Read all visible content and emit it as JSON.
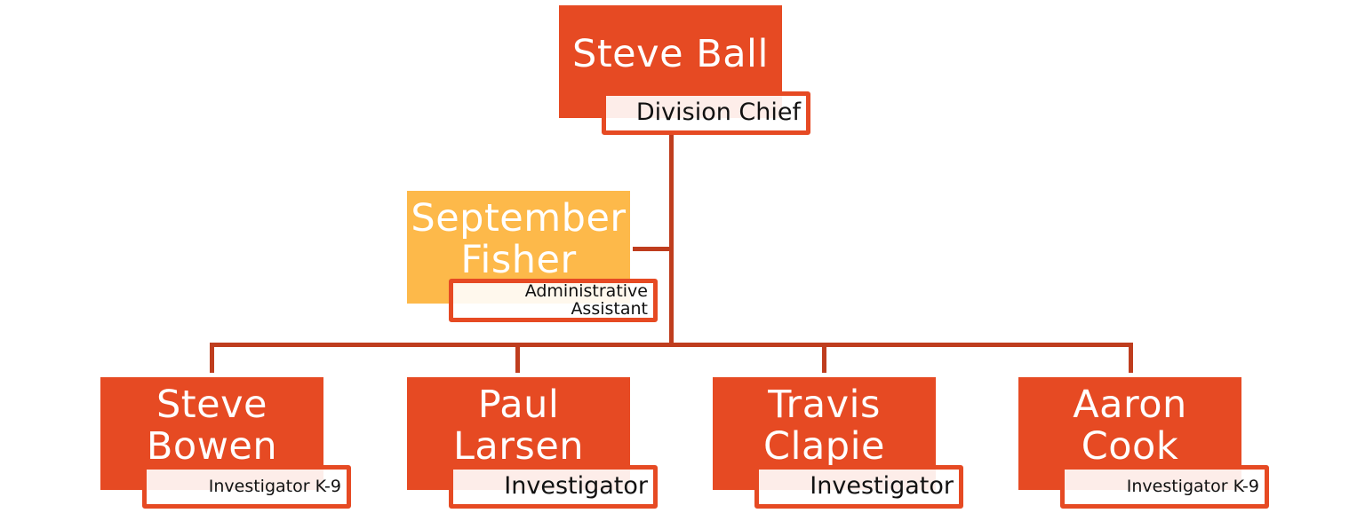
{
  "colors": {
    "primary": "#e64a23",
    "assistant": "#fdb94a",
    "connector": "#bf3d1e"
  },
  "chief": {
    "name": "Steve Ball",
    "title": "Division Chief"
  },
  "assistant": {
    "name": "September Fisher",
    "title_line1": "Administrative",
    "title_line2": "Assistant"
  },
  "reports": [
    {
      "name": "Steve Bowen",
      "title": "Investigator K-9"
    },
    {
      "name": "Paul Larsen",
      "title": "Investigator"
    },
    {
      "name": "Travis Clapie",
      "title": "Investigator"
    },
    {
      "name": "Aaron Cook",
      "title": "Investigator K-9"
    }
  ]
}
